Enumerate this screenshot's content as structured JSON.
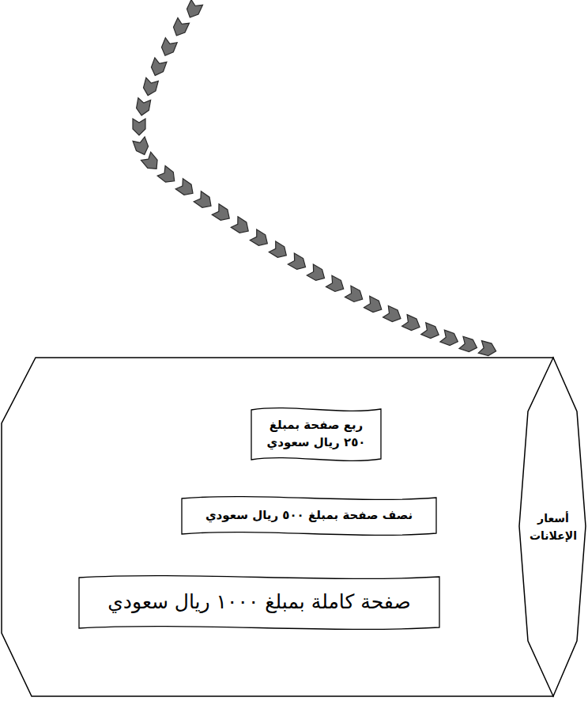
{
  "diagram": {
    "nodes": [
      {
        "text": [
          "أسعار الإعلانات"
        ]
      },
      {
        "text": [
          "ربع صفحة بمبلغ ٢٥٠ ريال سعودي"
        ],
        "in": 0
      },
      {
        "text": [
          "نصف صفحة بمبلغ ٥٠٠ ريال سعودي"
        ],
        "in": 0
      },
      {
        "text": [
          "صفحة كاملة بمبلغ ١٠٠٠ ريال سعودي"
        ],
        "in": 0
      }
    ]
  }
}
